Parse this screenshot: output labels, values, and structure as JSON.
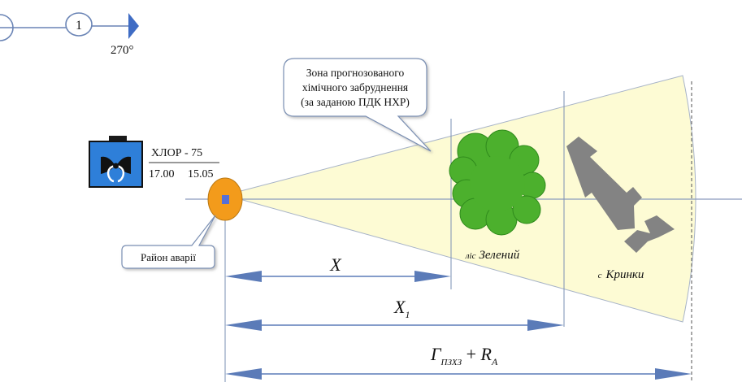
{
  "direction": {
    "number": "1",
    "angle": "270°"
  },
  "zone_callout": {
    "line1": "Зона прогнозованого",
    "line2": "хімічного забруднення",
    "line3": "(за заданою ПДК НХР)"
  },
  "source": {
    "substance": "ХЛОР - 75",
    "time": "17.00",
    "date": "15.05",
    "icon": "chemical-hazard-icon"
  },
  "accident_label": "Район аварії",
  "forest_label": {
    "prefix": "ліс",
    "name": "Зелений"
  },
  "village_label": {
    "prefix": "с",
    "name": "Кринки"
  },
  "dimensions": {
    "x": "X",
    "x1_base": "X",
    "x1_sub": "1",
    "g_base": "Г",
    "g_sub": "ПЗХЗ",
    "plus": " + ",
    "r_base": "R",
    "r_sub": "A"
  },
  "colors": {
    "zone_fill": "#fdfbd4",
    "guide_line": "#7a8fb3",
    "arrow": "#5b7bb8",
    "accident_fill": "#f39b1b",
    "forest": "#4cb02d",
    "village": "#838383",
    "icon_bg": "#2e7fd9"
  }
}
